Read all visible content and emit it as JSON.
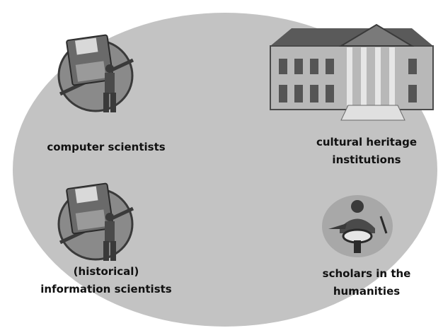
{
  "groups": [
    {
      "id": "computer-scientists",
      "lines": [
        "computer scientists"
      ],
      "icon": "floppy-disk-carrier-icon"
    },
    {
      "id": "cultural-heritage",
      "lines": [
        "cultural heritage",
        "institutions"
      ],
      "icon": "museum-building-icon"
    },
    {
      "id": "information-scientists",
      "lines": [
        "(historical)",
        "information scientists"
      ],
      "icon": "floppy-disk-carrier-icon"
    },
    {
      "id": "scholars",
      "lines": [
        "scholars in the",
        "humanities"
      ],
      "icon": "scholar-magnifier-icon"
    }
  ],
  "colors": {
    "ellipse_fill": "#c3c3c3",
    "icon_dark": "#3a3a3a",
    "icon_mid": "#8a8a8a",
    "icon_light": "#d9d9d9",
    "text": "#111111"
  }
}
